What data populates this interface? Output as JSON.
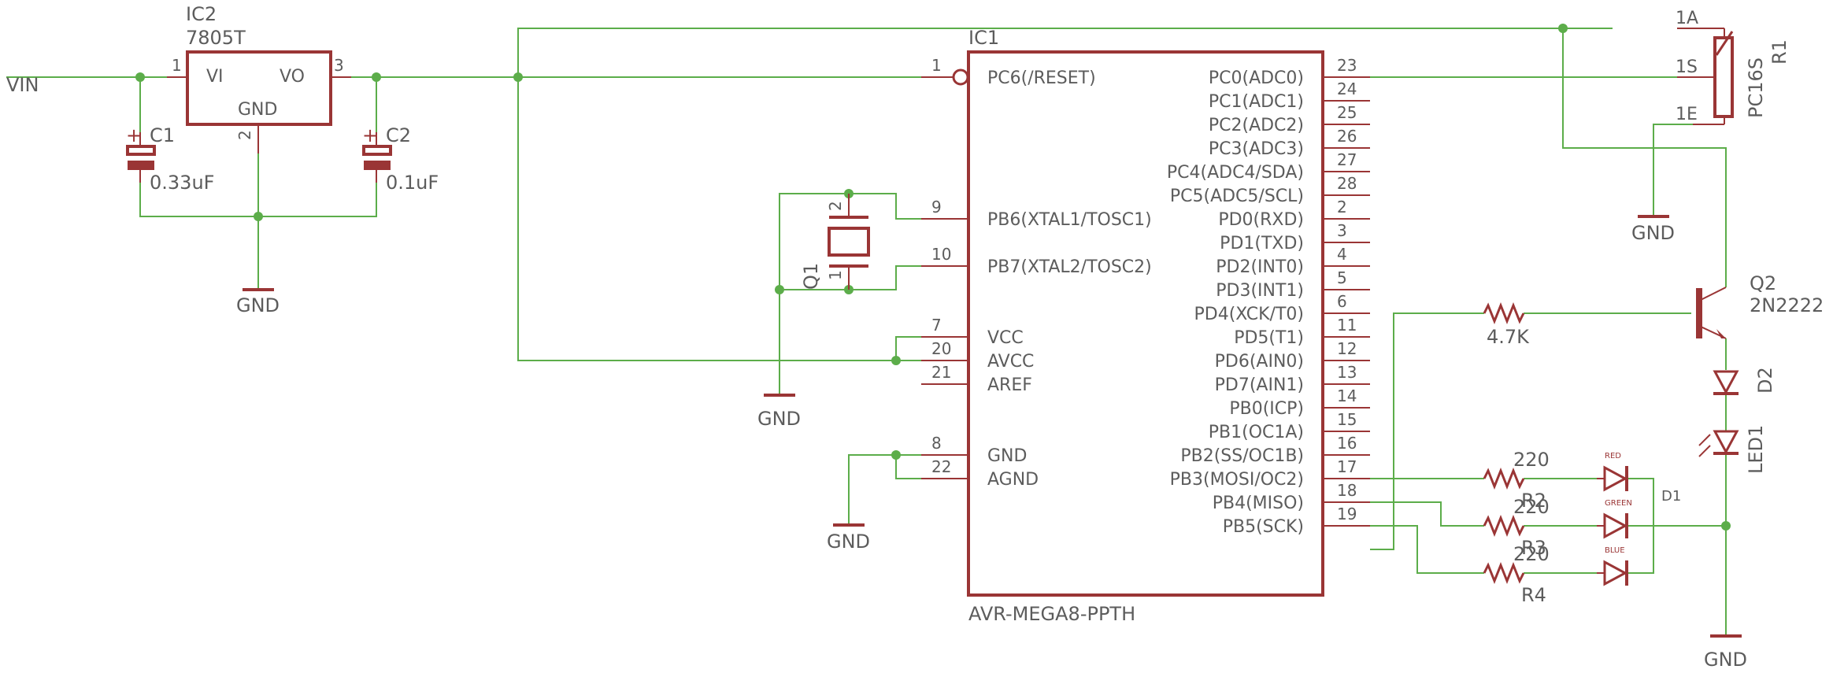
{
  "ic2": {
    "ref": "IC2",
    "value": "7805T",
    "pin_vi": "VI",
    "pin_vo": "VO",
    "pin_gnd": "GND",
    "num_in": "1",
    "num_out": "3",
    "num_gnd": "2"
  },
  "vin": {
    "label": "VIN"
  },
  "c1": {
    "ref": "C1",
    "value": "0.33uF",
    "polarity": "+"
  },
  "c2": {
    "ref": "C2",
    "value": "0.1uF",
    "polarity": "+"
  },
  "q1": {
    "ref": "Q1",
    "pin1": "1",
    "pin2": "2"
  },
  "ic1": {
    "ref": "IC1",
    "value": "AVR-MEGA8-PPTH",
    "left_pins": [
      {
        "num": "1",
        "name": "PC6(/RESET)"
      },
      {
        "num": "9",
        "name": "PB6(XTAL1/TOSC1)"
      },
      {
        "num": "10",
        "name": "PB7(XTAL2/TOSC2)"
      },
      {
        "num": "7",
        "name": "VCC"
      },
      {
        "num": "20",
        "name": "AVCC"
      },
      {
        "num": "21",
        "name": "AREF"
      },
      {
        "num": "8",
        "name": "GND"
      },
      {
        "num": "22",
        "name": "AGND"
      }
    ],
    "right_pins": [
      {
        "num": "23",
        "name": "PC0(ADC0)"
      },
      {
        "num": "24",
        "name": "PC1(ADC1)"
      },
      {
        "num": "25",
        "name": "PC2(ADC2)"
      },
      {
        "num": "26",
        "name": "PC3(ADC3)"
      },
      {
        "num": "27",
        "name": "PC4(ADC4/SDA)"
      },
      {
        "num": "28",
        "name": "PC5(ADC5/SCL)"
      },
      {
        "num": "2",
        "name": "PD0(RXD)"
      },
      {
        "num": "3",
        "name": "PD1(TXD)"
      },
      {
        "num": "4",
        "name": "PD2(INT0)"
      },
      {
        "num": "5",
        "name": "PD3(INT1)"
      },
      {
        "num": "6",
        "name": "PD4(XCK/T0)"
      },
      {
        "num": "11",
        "name": "PD5(T1)"
      },
      {
        "num": "12",
        "name": "PD6(AIN0)"
      },
      {
        "num": "13",
        "name": "PD7(AIN1)"
      },
      {
        "num": "14",
        "name": "PB0(ICP)"
      },
      {
        "num": "15",
        "name": "PB1(OC1A)"
      },
      {
        "num": "16",
        "name": "PB2(SS/OC1B)"
      },
      {
        "num": "17",
        "name": "PB3(MOSI/OC2)"
      },
      {
        "num": "18",
        "name": "PB4(MISO)"
      },
      {
        "num": "19",
        "name": "PB5(SCK)"
      }
    ]
  },
  "r1": {
    "ref": "R1",
    "value": "PC16S",
    "pin_a": "1A",
    "pin_s": "1S",
    "pin_e": "1E"
  },
  "q2": {
    "ref": "Q2",
    "value": "2N2222"
  },
  "rbase": {
    "value": "4.7K"
  },
  "d2": {
    "ref": "D2"
  },
  "led1": {
    "ref": "LED1"
  },
  "rgb": {
    "ref": "D1",
    "resistors": [
      {
        "ref": "R2",
        "value": "220"
      },
      {
        "ref": "R3",
        "value": "220"
      },
      {
        "ref": "R4",
        "value": "220"
      }
    ],
    "colors": [
      "RED",
      "GREEN",
      "BLUE"
    ]
  },
  "gnd_label": "GND",
  "colors": {
    "wire": "#5cad4a",
    "part": "#9a3535",
    "text": "#5c5c5c"
  }
}
